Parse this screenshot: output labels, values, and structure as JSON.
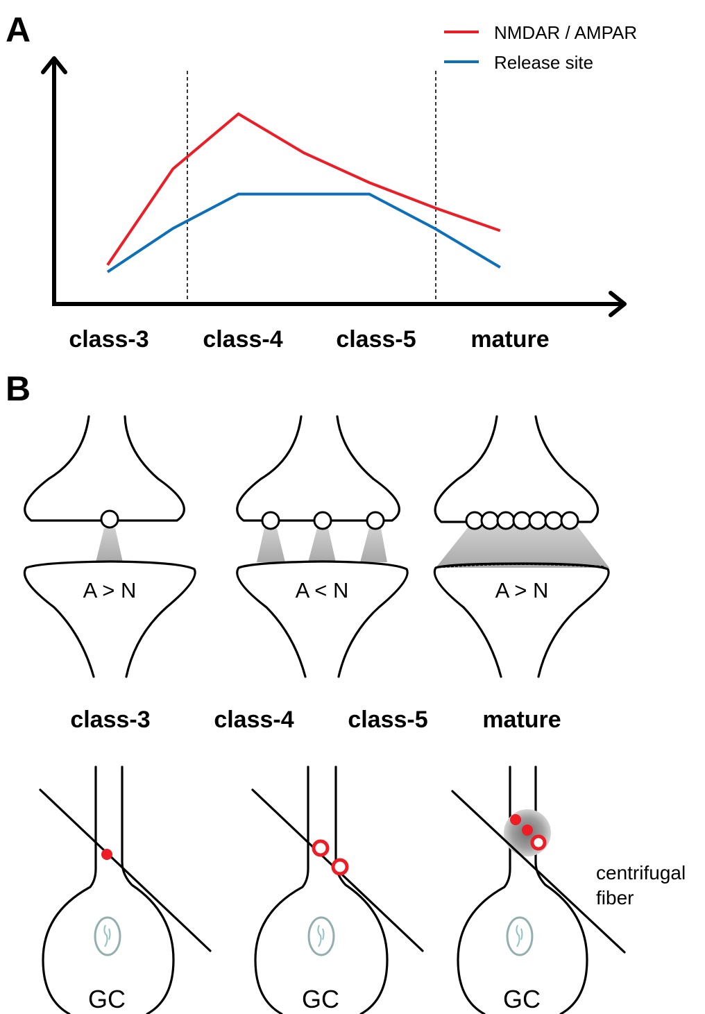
{
  "panel_a": {
    "letter": "A",
    "legend": [
      {
        "label": "NMDAR / AMPAR",
        "color": "#ee1c25"
      },
      {
        "label": "Release site",
        "color": "#0b6fba"
      }
    ],
    "categories": [
      "class-3",
      "class-4",
      "class-5",
      "mature"
    ]
  },
  "chart_data": {
    "type": "line",
    "categories": [
      "class-3",
      "",
      "class-4",
      "",
      "class-5",
      "",
      "mature"
    ],
    "series": [
      {
        "name": "NMDAR / AMPAR",
        "color": "#ee1c25",
        "values": [
          0.17,
          0.59,
          0.83,
          0.66,
          0.53,
          0.42,
          0.32
        ]
      },
      {
        "name": "Release site",
        "color": "#0b6fba",
        "values": [
          0.14,
          0.33,
          0.48,
          0.48,
          0.48,
          0.33,
          0.16
        ]
      }
    ],
    "xlabel": "",
    "ylabel": "",
    "grid": false,
    "dividers": "dashed vertical lines between class-3/class-4 and class-5/mature",
    "legend_position": "top-right"
  },
  "panel_b": {
    "letter": "B",
    "synapses": [
      {
        "label": "class-3",
        "ratio": "A > N",
        "vesicles": 1
      },
      {
        "label": "class-4",
        "ratio": "A < N",
        "vesicles": 3
      },
      {
        "label": "mature",
        "ratio": "A > N",
        "vesicles": 7
      }
    ],
    "categories": [
      "class-3",
      "class-4",
      "class-5",
      "mature"
    ],
    "cells": [
      {
        "label": "GC"
      },
      {
        "label": "GC"
      },
      {
        "label": "GC"
      }
    ],
    "fiber_label_line1": "centrifugal",
    "fiber_label_line2": "fiber"
  }
}
